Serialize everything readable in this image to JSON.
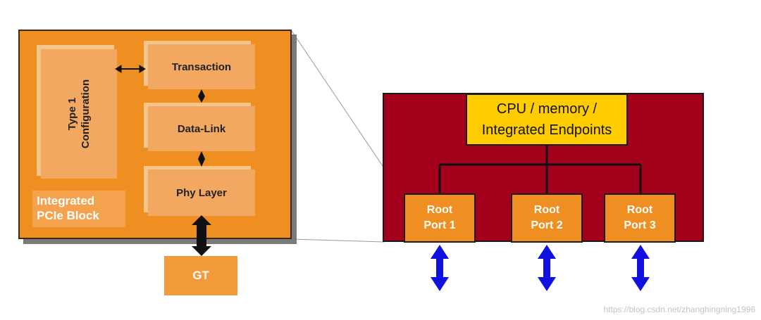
{
  "pcie_block": {
    "type1_line1": "Type 1",
    "type1_line2": "Configuration",
    "transaction": "Transaction",
    "data_link": "Data-Link",
    "phy_layer": "Phy Layer",
    "label_line1": "Integrated",
    "label_line2": "PCIe Block",
    "gt": "GT"
  },
  "root_complex": {
    "cpu_line1": "CPU / memory /",
    "cpu_line2": "Integrated Endpoints",
    "ports": [
      {
        "line1": "Root",
        "line2": "Port 1"
      },
      {
        "line1": "Root",
        "line2": "Port 2"
      },
      {
        "line1": "Root",
        "line2": "Port 3"
      }
    ]
  },
  "watermark": "https://blog.csdn.net/zhanghingning1996",
  "colors": {
    "block_orange": "#ef8f22",
    "layer_fill": "#f3a861",
    "root_red": "#a3001c",
    "cpu_yellow": "#ffcc00",
    "arrow_blue": "#1010e0"
  }
}
